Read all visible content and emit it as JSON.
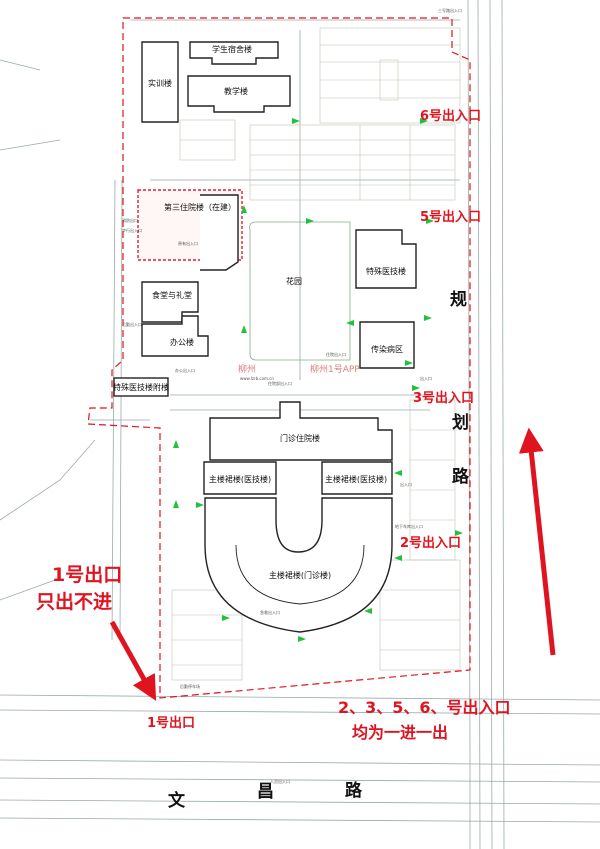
{
  "buildings": {
    "dorm": "学生宿舍楼",
    "training": "实训楼",
    "teaching": "教学楼",
    "third_ward": "第三住院楼（在建）",
    "canteen": "食堂与礼堂",
    "office": "办公楼",
    "garden": "花园",
    "special_medical": "特殊医技楼",
    "infectious": "传染病区",
    "special_annex": "特殊医技楼附楼",
    "outpatient_ward": "门诊住院楼",
    "main_annex_left": "主楼裙楼(医技楼)",
    "main_annex_right": "主楼裙楼(医技楼)",
    "main_outpatient": "主楼裙楼(门诊楼)"
  },
  "entrances": {
    "e6": "6号出入口",
    "e5": "5号出入口",
    "e3": "3号出入口",
    "e2": "2号出入口",
    "e1": "1号出口"
  },
  "notes": {
    "exit1_line1": "1号出口",
    "exit1_line2": "只出不进",
    "rule_line1": "2、3、5、6、号出入口",
    "rule_line2": "均为一进一出"
  },
  "roads": {
    "east_chars": [
      "规",
      "划",
      "路"
    ],
    "south_chars": [
      "文",
      "昌",
      "路"
    ]
  },
  "watermark": {
    "left": "柳州",
    "mid": "柳州1号APP",
    "url": "www.lzrb.com.cn"
  },
  "colors": {
    "accent_red": "#e0141e",
    "marker_green": "#21c23a",
    "boundary": "#e0141e"
  }
}
